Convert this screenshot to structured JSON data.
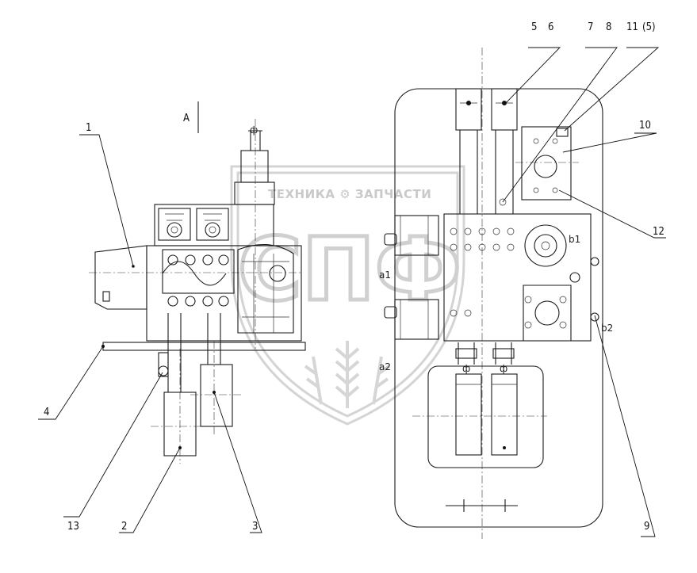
{
  "watermark": {
    "brand_text": "ТЕХНИКА ⚙ ЗАПЧАСТИ",
    "logo_text": "СПФ"
  },
  "view_label": "A",
  "callouts": {
    "c1": "1",
    "c2": "2",
    "c3": "3",
    "c4": "4",
    "c5": "5",
    "c6": "6",
    "c7": "7",
    "c8": "8",
    "c9": "9",
    "c10": "10",
    "c11": "11",
    "c11b": "(5)",
    "c12": "12",
    "c13": "13"
  },
  "ports": {
    "a1": "a1",
    "a2": "a2",
    "b1": "b1",
    "b2": "b2",
    "fitting_mark": "ф"
  }
}
